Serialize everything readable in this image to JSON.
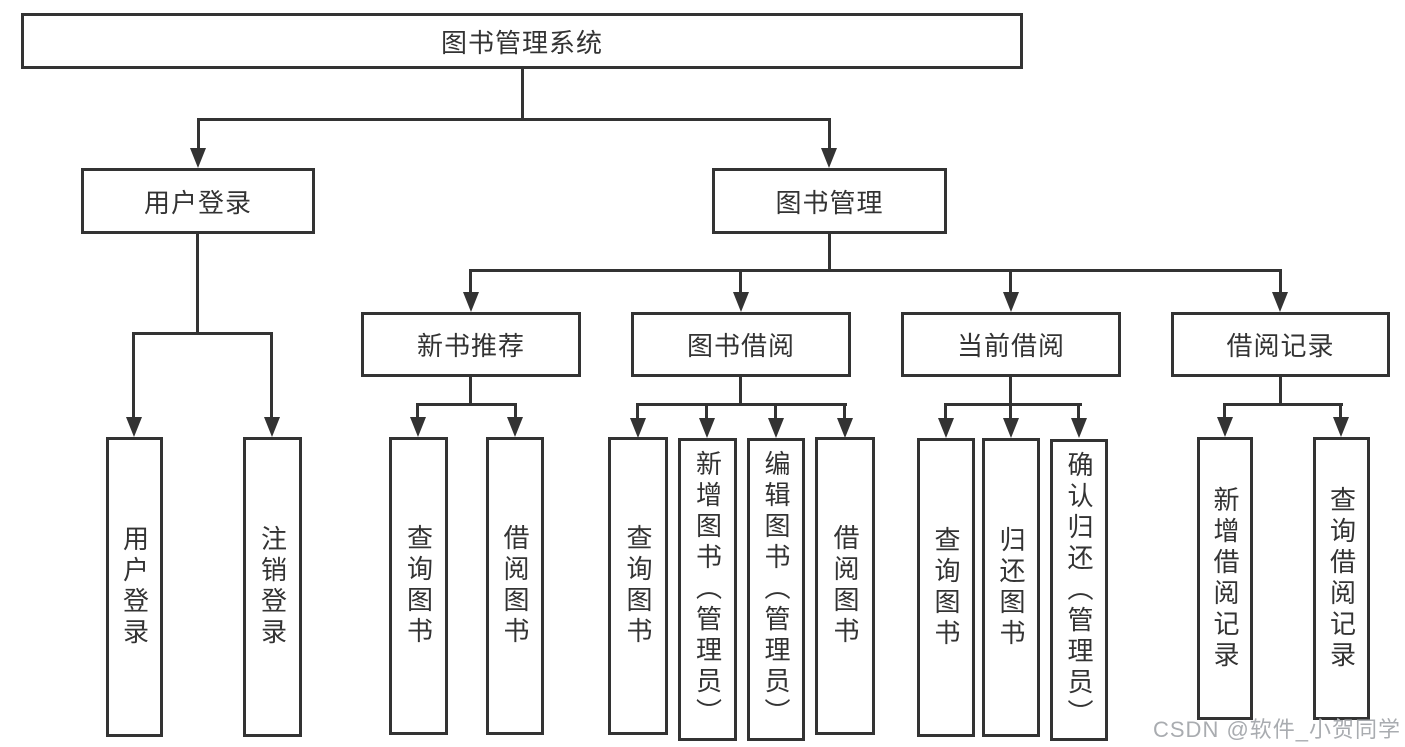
{
  "diagram": {
    "type": "hierarchy-tree",
    "root": {
      "label": "图书管理系统",
      "children": [
        {
          "label": "用户登录",
          "children": [
            {
              "label": "用户登录"
            },
            {
              "label": "注销登录"
            }
          ]
        },
        {
          "label": "图书管理",
          "children": [
            {
              "label": "新书推荐",
              "children": [
                {
                  "label": "查询图书"
                },
                {
                  "label": "借阅图书"
                }
              ]
            },
            {
              "label": "图书借阅",
              "children": [
                {
                  "label": "查询图书"
                },
                {
                  "label": "新增图书（管理员）"
                },
                {
                  "label": "编辑图书（管理员）"
                },
                {
                  "label": "借阅图书"
                }
              ]
            },
            {
              "label": "当前借阅",
              "children": [
                {
                  "label": "查询图书"
                },
                {
                  "label": "归还图书"
                },
                {
                  "label": "确认归还（管理员）"
                }
              ]
            },
            {
              "label": "借阅记录",
              "children": [
                {
                  "label": "新增借阅记录"
                },
                {
                  "label": "查询借阅记录"
                }
              ]
            }
          ]
        }
      ]
    }
  },
  "watermark": {
    "text": "CSDN @软件_小贺同学"
  },
  "colors": {
    "line": "#333333",
    "box_border": "#333333",
    "box_fill": "#ffffff",
    "text": "#333333",
    "watermark": "#a9acb0",
    "background": "#ffffff"
  }
}
